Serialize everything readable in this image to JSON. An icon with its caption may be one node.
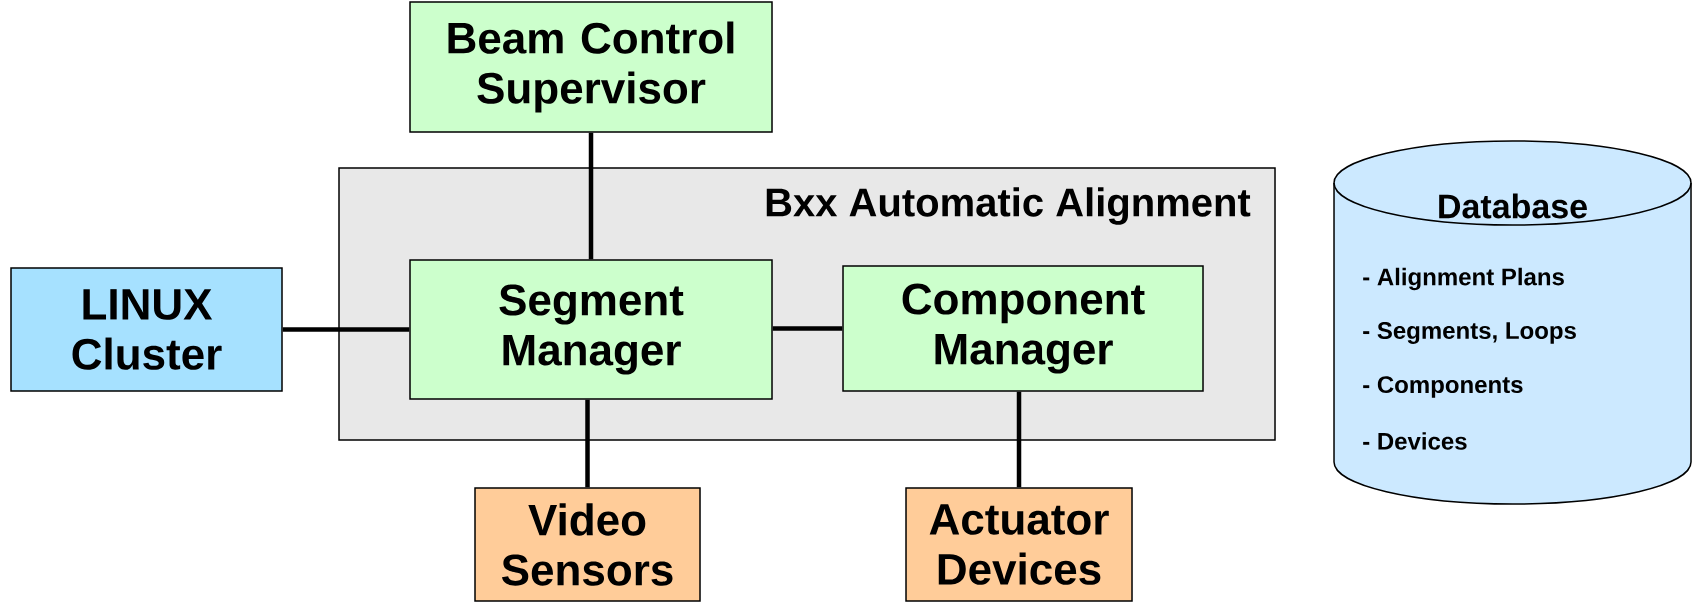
{
  "diagram": {
    "nodes": [
      {
        "text": [
          "Beam Control Supervisor"
        ]
      },
      {
        "text": [
          "Bxx Automatic Alignment"
        ]
      },
      {
        "text": [
          "LINUX Cluster"
        ]
      },
      {
        "text": [
          "Segment Manager"
        ],
        "in": 1
      },
      {
        "text": [
          "Component Manager"
        ],
        "in": 1
      },
      {
        "text": [
          "Video Sensors"
        ]
      },
      {
        "text": [
          "Actuator Devices"
        ]
      },
      {
        "text": [
          "Database",
          "- Alignment Plans",
          "- Segments, Loops",
          "- Components",
          "- Devices"
        ]
      }
    ],
    "edges": [
      {
        "from": 0,
        "to": 3,
        "arrow": "none"
      },
      {
        "from": 2,
        "to": 3,
        "arrow": "none"
      },
      {
        "from": 3,
        "to": 4,
        "arrow": "none"
      },
      {
        "from": 3,
        "to": 5,
        "arrow": "none"
      },
      {
        "from": 4,
        "to": 6,
        "arrow": "none"
      }
    ]
  }
}
